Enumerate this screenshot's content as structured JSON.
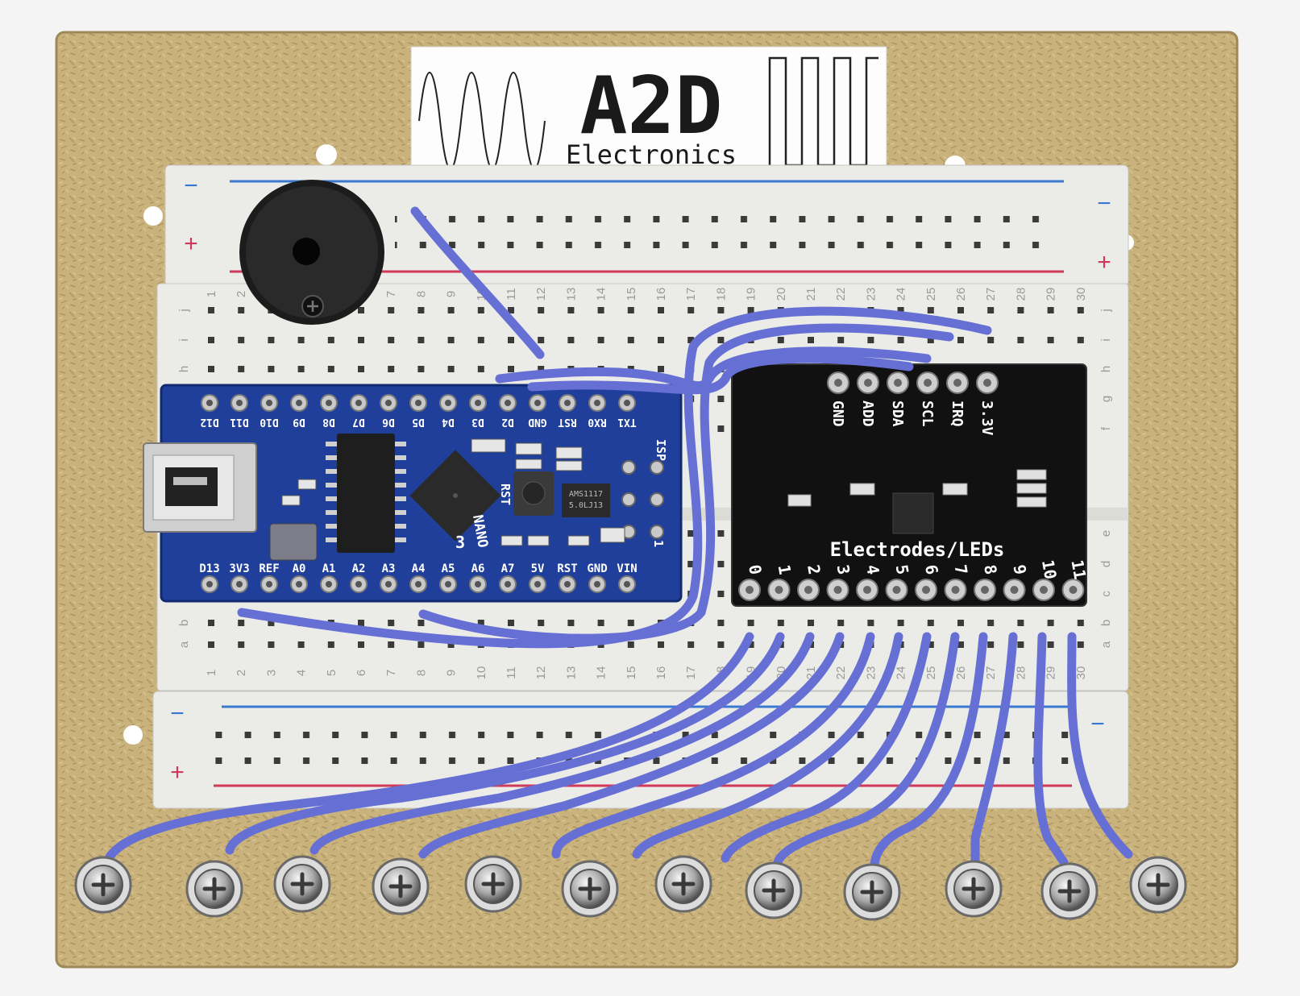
{
  "logo": {
    "brand": "A2D",
    "subtitle": "Electronics"
  },
  "arduino": {
    "model_text": "NANO",
    "version_mark": "3",
    "top_header_pins": [
      "D12",
      "D11",
      "D10",
      "D9",
      "D8",
      "D7",
      "D6",
      "D5",
      "D4",
      "D3",
      "D2",
      "GND",
      "RST",
      "RX0",
      "TX1"
    ],
    "bottom_header_pins": [
      "D13",
      "3V3",
      "REF",
      "A0",
      "A1",
      "A2",
      "A3",
      "A4",
      "A5",
      "A6",
      "A7",
      "5V",
      "RST",
      "GND",
      "VIN"
    ],
    "isp_label": "ISP",
    "reset_label": "RST",
    "pin1_label": "1",
    "regulator_text": [
      "AMS1117",
      "5.0LJ13"
    ]
  },
  "touch_board": {
    "header_pins": [
      "GND",
      "ADD",
      "SDA",
      "SCL",
      "IRQ",
      "3.3V"
    ],
    "title": "Electrodes/LEDs",
    "electrodes": [
      "0",
      "1",
      "2",
      "3",
      "4",
      "5",
      "6",
      "7",
      "8",
      "9",
      "10",
      "11"
    ]
  },
  "breadboard": {
    "row_letters_top": [
      "j",
      "i",
      "h",
      "g",
      "f"
    ],
    "row_letters_bottom": [
      "e",
      "d",
      "c",
      "b",
      "a"
    ],
    "columns": 30,
    "rail_minus": "−",
    "rail_plus": "+"
  },
  "colors": {
    "board": "#c9b27c",
    "arduino_pcb": "#1f3f9a",
    "touch_pcb": "#111111",
    "wire": "#6670d4",
    "breadboard": "#ebebe8",
    "rail_red": "#d0395a",
    "rail_blue": "#3b78d0"
  },
  "icons": {
    "buzzer": "buzzer-icon",
    "screw": "screw-terminal-icon",
    "usb": "mini-usb-icon"
  },
  "screw_count": 12
}
